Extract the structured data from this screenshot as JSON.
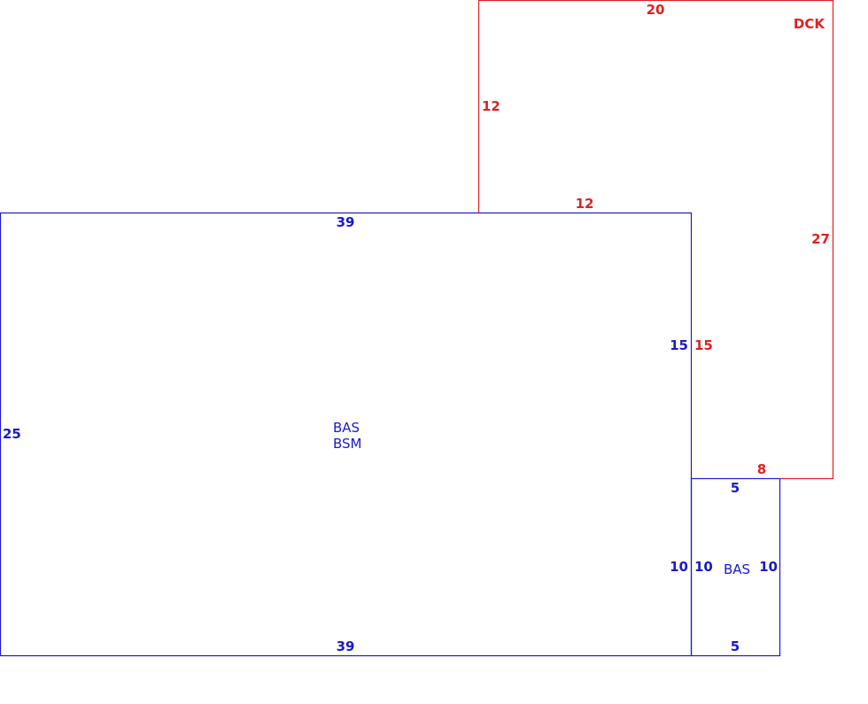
{
  "colors": {
    "base": "#1a1acc",
    "deck": "#dd2222",
    "background": "#ffffff"
  },
  "main_area": {
    "code_line1": "BAS",
    "code_line2": "BSM",
    "top_dim": "39",
    "bottom_dim": "39",
    "left_dim": "25",
    "right_upper_dim": "15",
    "right_lower_dim": "10"
  },
  "small_area": {
    "code": "BAS",
    "top_dim": "5",
    "bottom_dim": "5",
    "left_dim": "10",
    "right_dim": "10"
  },
  "deck_area": {
    "code": "DCK",
    "top_dim": "20",
    "left_dim": "12",
    "bottom_left_dim": "12",
    "right_dim": "27",
    "inner_left_dim": "15",
    "bottom_right_dim": "8"
  }
}
